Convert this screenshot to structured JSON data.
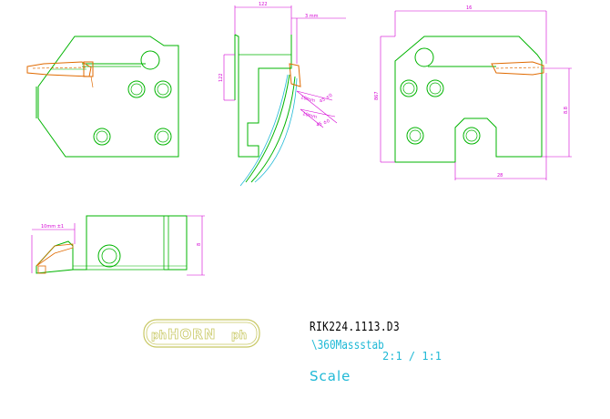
{
  "drawing": {
    "part_number": "RIK224.1113.D3",
    "scale_ratio_label": "\\360Massstab",
    "scale_values": "2:1 / 1:1",
    "scale_word": "Scale",
    "logo_text": "HORN"
  },
  "dimensions": {
    "front_top_left": "122",
    "front_top_right": "3 mm",
    "front_vertical": "122",
    "front_angle_a": "10mm",
    "front_angle_b": "45 ±0",
    "front_angle_c": "10mm",
    "front_angle_d": "45 ±0",
    "right_top": "16",
    "right_side_tall": "867",
    "right_side_short": "8.8",
    "right_bottom": "28",
    "bottom_top": "10mm ±1",
    "bottom_side": "8"
  },
  "colors": {
    "outline": "#00b400",
    "dimension": "#d400d4",
    "insert": "#e06a00",
    "blade": "#1fb9d6",
    "logo": "#c8c864"
  }
}
